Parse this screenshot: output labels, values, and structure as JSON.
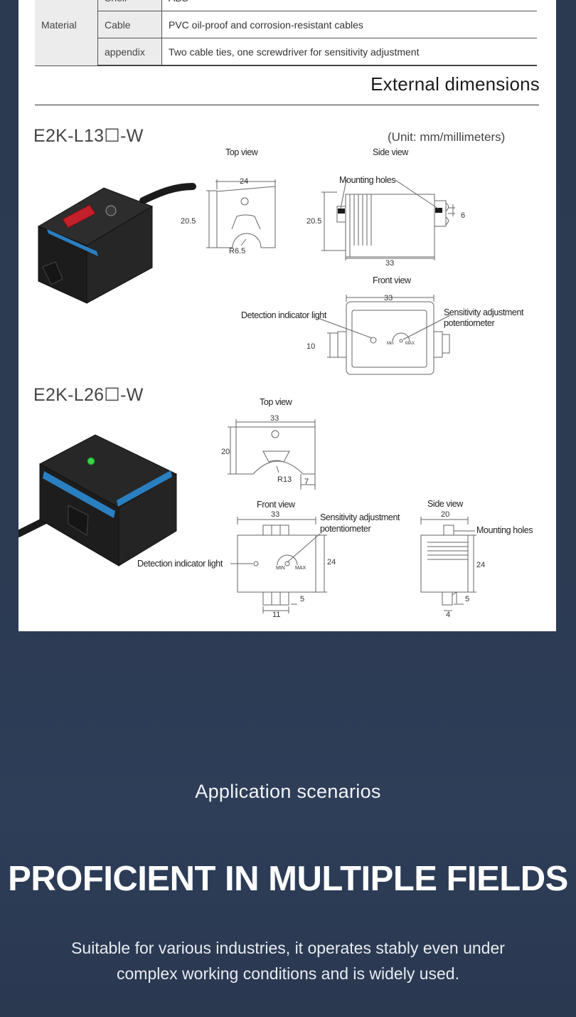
{
  "spec_table": {
    "category": "Material",
    "rows": [
      {
        "label": "Shell",
        "value": "ABS"
      },
      {
        "label": "Cable",
        "value": "PVC oil-proof and corrosion-resistant cables"
      },
      {
        "label": "appendix",
        "value": "Two cable ties, one screwdriver for sensitivity adjustment"
      }
    ]
  },
  "dimensions": {
    "title": "External dimensions",
    "unit": "(Unit: mm/millimeters)",
    "model_a": {
      "name": "E2K-L13☐-W",
      "top_view": "Top view",
      "side_view": "Side view",
      "front_view": "Front view",
      "mounting_holes": "Mounting holes",
      "detection_indicator": "Detection indicator light",
      "sensitivity_line1": "Sensitivity adjustment",
      "sensitivity_line2": "potentiometer",
      "dims": {
        "top_width": "24",
        "top_height": "20.5",
        "radius": "R6.5",
        "side_height": "20.5",
        "side_width": "33",
        "hole": "6",
        "front_width": "33",
        "front_height": "10"
      },
      "pot_min": "Min",
      "pot_max": "MAX"
    },
    "model_b": {
      "name": "E2K-L26☐-W",
      "top_view": "Top view",
      "front_view": "Front view",
      "side_view": "Side view",
      "mounting_holes": "Mounting holes",
      "detection_indicator": "Detection indicator light",
      "sensitivity_line1": "Sensitivity adjustment",
      "sensitivity_line2": "potentiometer",
      "dims": {
        "top_width": "33",
        "top_height": "20",
        "radius": "R13",
        "notch": "7",
        "front_width": "33",
        "front_height": "24",
        "tab": "5",
        "tab_width": "11",
        "side_width": "20",
        "side_height": "24",
        "side_tab": "5",
        "side_tab_width": "4"
      },
      "pot_min": "MIN",
      "pot_max": "MAX"
    }
  },
  "app": {
    "label": "Application scenarios",
    "headline": "PROFICIENT IN MULTIPLE FIELDS",
    "description": "Suitable for various industries, it operates stably even under complex working conditions and is widely used."
  },
  "colors": {
    "page_bg": "#2c3a52",
    "panel_bg": "#ffffff",
    "table_label_bg": "#ececec"
  }
}
